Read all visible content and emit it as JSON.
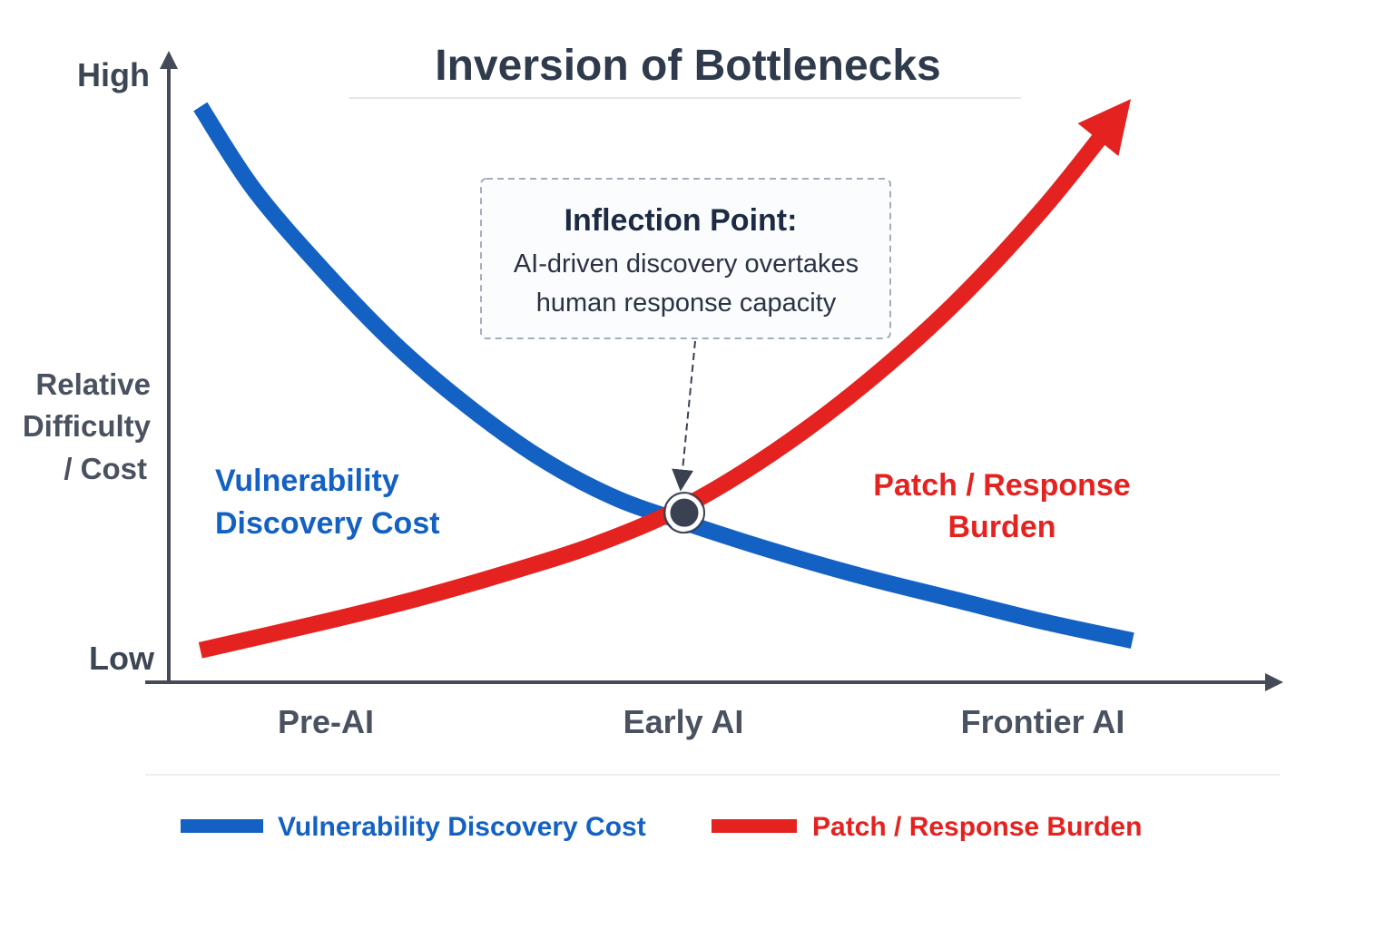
{
  "title": "Inversion of Bottlenecks",
  "y_axis": {
    "high_label": "High",
    "low_label": "Low",
    "label_lines": [
      "Relative",
      "Difficulty",
      "/ Cost"
    ]
  },
  "callout": {
    "title": "Inflection Point:",
    "lines": [
      "AI-driven discovery overtakes",
      "human response capacity"
    ]
  },
  "colors": {
    "blue": "#1461c4",
    "red": "#e4221f",
    "marker": "#3a4150",
    "axis": "#444b57"
  },
  "chart_data": {
    "type": "line",
    "categories": [
      "Pre-AI",
      "Early AI",
      "Frontier AI"
    ],
    "title": "Inversion of Bottlenecks",
    "xlabel": "",
    "ylabel": "Relative Difficulty / Cost",
    "y_tick_labels": [
      "Low",
      "High"
    ],
    "ylim": [
      0,
      10
    ],
    "series": [
      {
        "name": "Vulnerability Discovery Cost",
        "color": "#1461c4",
        "x": [
          -0.35,
          -0.2,
          0,
          0.2,
          0.4,
          0.6,
          0.8,
          1.0,
          1.25,
          1.5,
          1.75,
          2.0,
          2.25
        ],
        "values": [
          9.0,
          7.7,
          6.4,
          5.25,
          4.3,
          3.5,
          2.9,
          2.5,
          2.05,
          1.65,
          1.3,
          0.95,
          0.65
        ]
      },
      {
        "name": "Patch / Response Burden",
        "color": "#e4221f",
        "x": [
          -0.35,
          0,
          0.25,
          0.5,
          0.75,
          1.0,
          1.25,
          1.5,
          1.75,
          2.0,
          2.2
        ],
        "values": [
          0.5,
          0.95,
          1.3,
          1.7,
          2.15,
          2.75,
          3.6,
          4.65,
          5.9,
          7.4,
          8.8
        ]
      }
    ],
    "series_labels": {
      "discovery": [
        "Vulnerability",
        "Discovery Cost"
      ],
      "burden": [
        "Patch / Response",
        "Burden"
      ]
    },
    "inflection": {
      "x": 1.0,
      "y": 2.65
    },
    "legend": {
      "position": "bottom",
      "entries": [
        "Vulnerability Discovery Cost",
        "Patch / Response Burden"
      ]
    }
  }
}
